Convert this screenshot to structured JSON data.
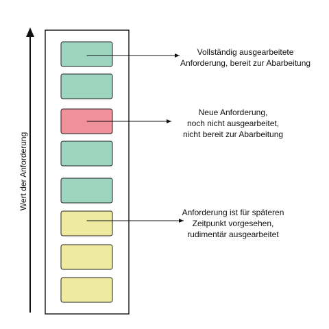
{
  "axis": {
    "label": "Wert der Anforderung"
  },
  "backlog": {
    "items": [
      {
        "status": "ausgearbeitet",
        "color": "#9dd5c1"
      },
      {
        "status": "ausgearbeitet",
        "color": "#9dd5c1"
      },
      {
        "status": "neu",
        "color": "#f0909b"
      },
      {
        "status": "ausgearbeitet",
        "color": "#9dd5c1"
      },
      {
        "status": "ausgearbeitet",
        "color": "#9dd5c1"
      },
      {
        "status": "spaeter",
        "color": "#eeeba0"
      },
      {
        "status": "spaeter",
        "color": "#eeeba0"
      },
      {
        "status": "spaeter",
        "color": "#eeeba0"
      }
    ]
  },
  "annotations": [
    {
      "target_item": 0,
      "lines": [
        "Vollständig ausgearbeitete",
        "Anforderung, bereit zur Abarbeitung"
      ]
    },
    {
      "target_item": 2,
      "lines": [
        "Neue Anforderung,",
        "noch nicht ausgearbeitet,",
        "nicht bereit zur Abarbeitung"
      ]
    },
    {
      "target_item": 5,
      "lines": [
        "Anforderung ist für späteren",
        "Zeitpunkt vorgesehen,",
        "rudimentär ausgearbeitet"
      ]
    }
  ],
  "colors": {
    "ready": "#9dd5c1",
    "new": "#f0909b",
    "later": "#eeeba0",
    "border": "#222222"
  }
}
